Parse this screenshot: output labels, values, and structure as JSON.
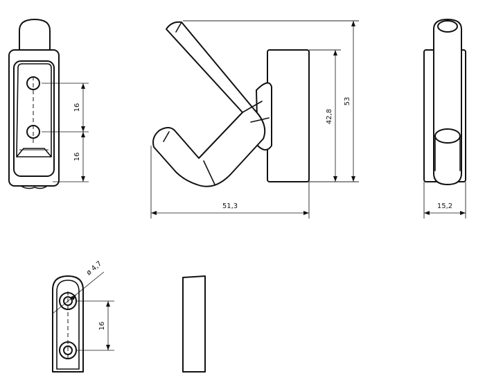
{
  "dimensions": {
    "width_513": "51,3",
    "height_53": "53",
    "height_428": "42,8",
    "depth_152": "15,2",
    "spacing_16_upper": "16",
    "spacing_16_lower": "16",
    "diameter_47": "ø 4,7",
    "spacing_16_bottom": "16"
  }
}
